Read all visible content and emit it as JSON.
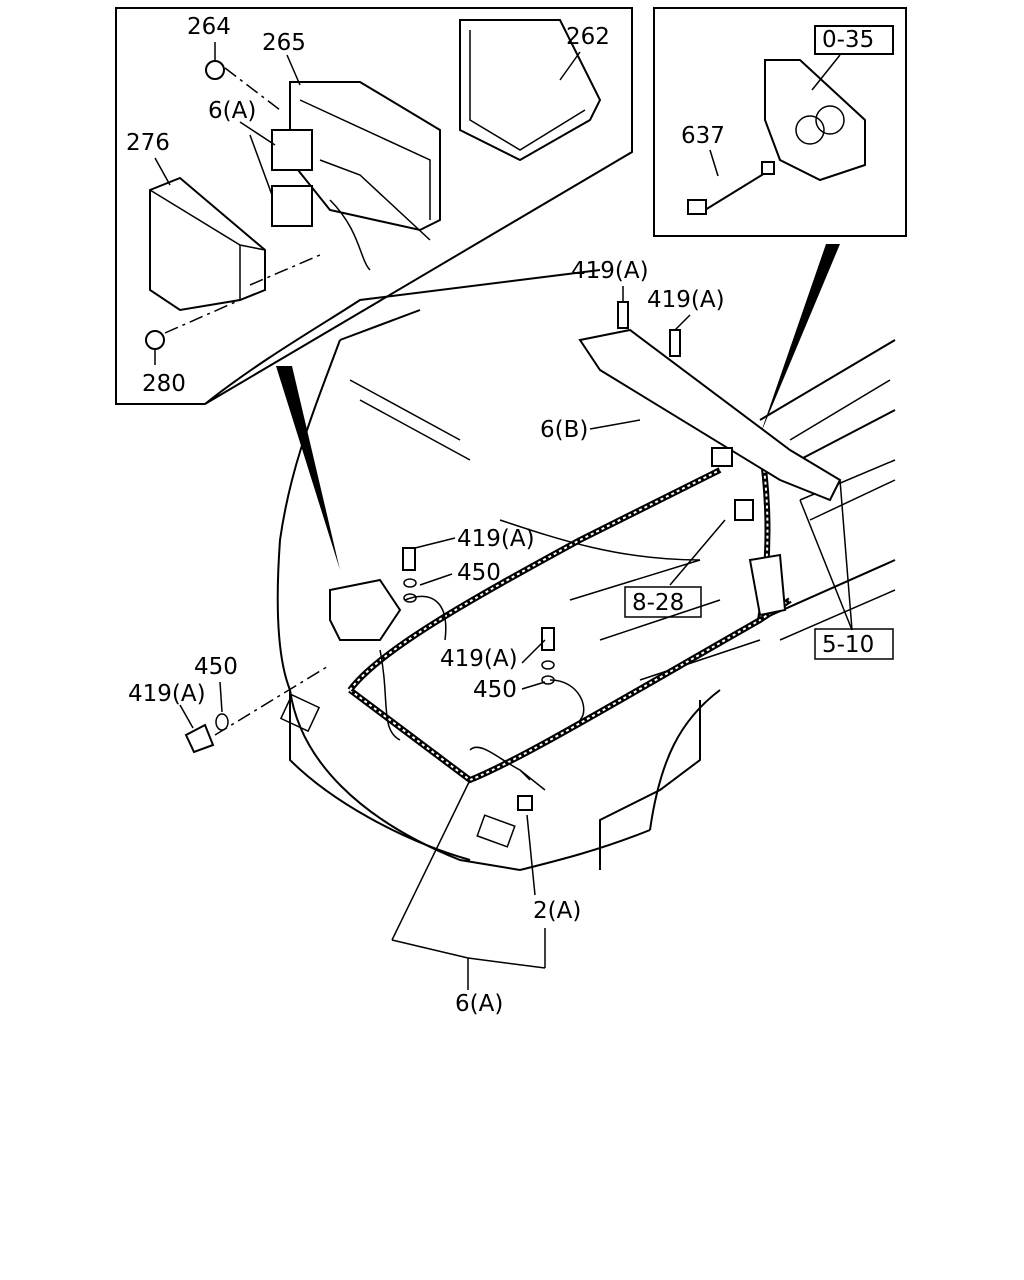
{
  "callouts": {
    "c264": "264",
    "c265": "265",
    "c262": "262",
    "c6a_top": "6(A)",
    "c276": "276",
    "c280": "280",
    "c035": "0-35",
    "c637": "637",
    "c419a_1": "419(A)",
    "c419a_2": "419(A)",
    "c6b": "6(B)",
    "c419a_3": "419(A)",
    "c450_1": "450",
    "c828": "8-28",
    "c510": "5-10",
    "c450_2": "450",
    "c419a_4": "419(A)",
    "c419a_5": "419(A)",
    "c450_3": "450",
    "c2a": "2(A)",
    "c6a_bottom": "6(A)"
  }
}
